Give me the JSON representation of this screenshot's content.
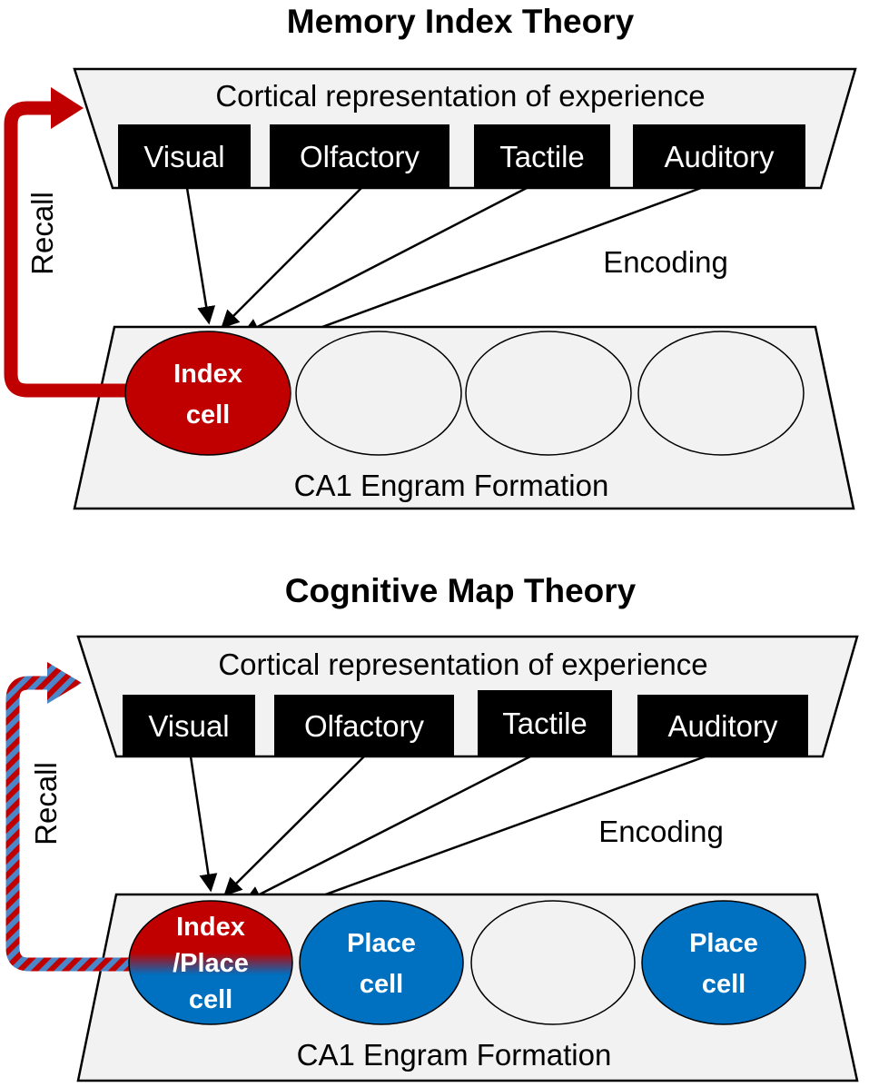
{
  "panels": [
    {
      "title": "Memory Index Theory",
      "cortex_label": "Cortical representation of experience",
      "inputs": [
        "Visual",
        "Olfactory",
        "Tactile",
        "Auditory"
      ],
      "encoding_label": "Encoding",
      "recall_label": "Recall",
      "engram_label": "CA1 Engram Formation",
      "cells": [
        {
          "type": "index",
          "line1": "Index",
          "line2": "cell"
        },
        {
          "type": "empty"
        },
        {
          "type": "empty"
        },
        {
          "type": "empty"
        }
      ]
    },
    {
      "title": "Cognitive Map Theory",
      "cortex_label": "Cortical representation of experience",
      "inputs": [
        "Visual",
        "Olfactory",
        "Tactile",
        "Auditory"
      ],
      "encoding_label": "Encoding",
      "recall_label": "Recall",
      "engram_label": "CA1 Engram Formation",
      "cells": [
        {
          "type": "index-place",
          "line1": "Index",
          "line2": "/Place",
          "line3": "cell"
        },
        {
          "type": "place",
          "line1": "Place",
          "line2": "cell"
        },
        {
          "type": "empty"
        },
        {
          "type": "place",
          "line1": "Place",
          "line2": "cell"
        }
      ]
    }
  ],
  "colors": {
    "index_red": "#c00000",
    "place_blue": "#0070c0",
    "panel_fill": "#f2f2f2"
  }
}
